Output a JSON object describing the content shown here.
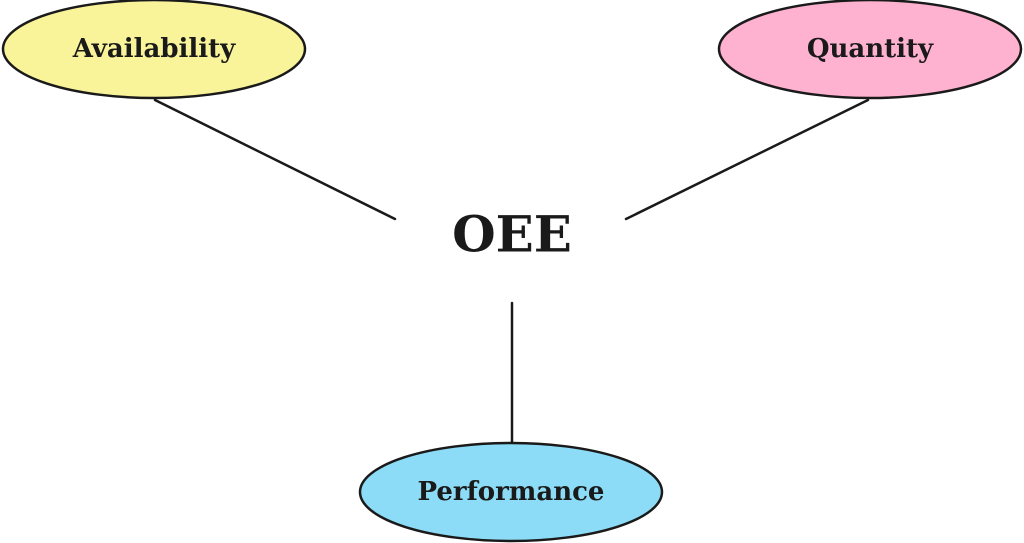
{
  "center": {
    "label": "OEE"
  },
  "nodes": [
    {
      "label": "Availability",
      "fill": "#f9f39a"
    },
    {
      "label": "Quantity",
      "fill": "#ffb1d0"
    },
    {
      "label": "Performance",
      "fill": "#8ddcf7"
    }
  ],
  "colors": {
    "stroke": "#1a1a1a",
    "background": "#ffffff"
  }
}
